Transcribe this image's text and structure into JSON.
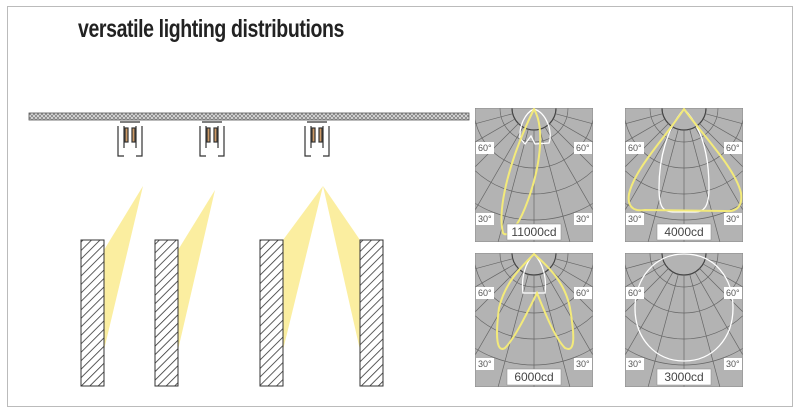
{
  "title": "versatile lighting distributions",
  "polar_diagrams": [
    {
      "intensity": "11000cd",
      "angle_left_top": "60°",
      "angle_right_top": "60°",
      "angle_left_bottom": "30°",
      "angle_right_bottom": "30°"
    },
    {
      "intensity": "4000cd",
      "angle_left_top": "60°",
      "angle_right_top": "60°",
      "angle_left_bottom": "30°",
      "angle_right_bottom": "30°"
    },
    {
      "intensity": "6000cd",
      "angle_left_top": "60°",
      "angle_right_top": "60°",
      "angle_left_bottom": "30°",
      "angle_right_bottom": "30°"
    },
    {
      "intensity": "3000cd",
      "angle_left_top": "60°",
      "angle_right_top": "60°",
      "angle_left_bottom": "30°",
      "angle_right_bottom": "30°"
    }
  ],
  "colors": {
    "beam": "#fbeea0",
    "curve": "#f3ea7a",
    "panel": "#b3b3b3",
    "grid": "#666666"
  }
}
